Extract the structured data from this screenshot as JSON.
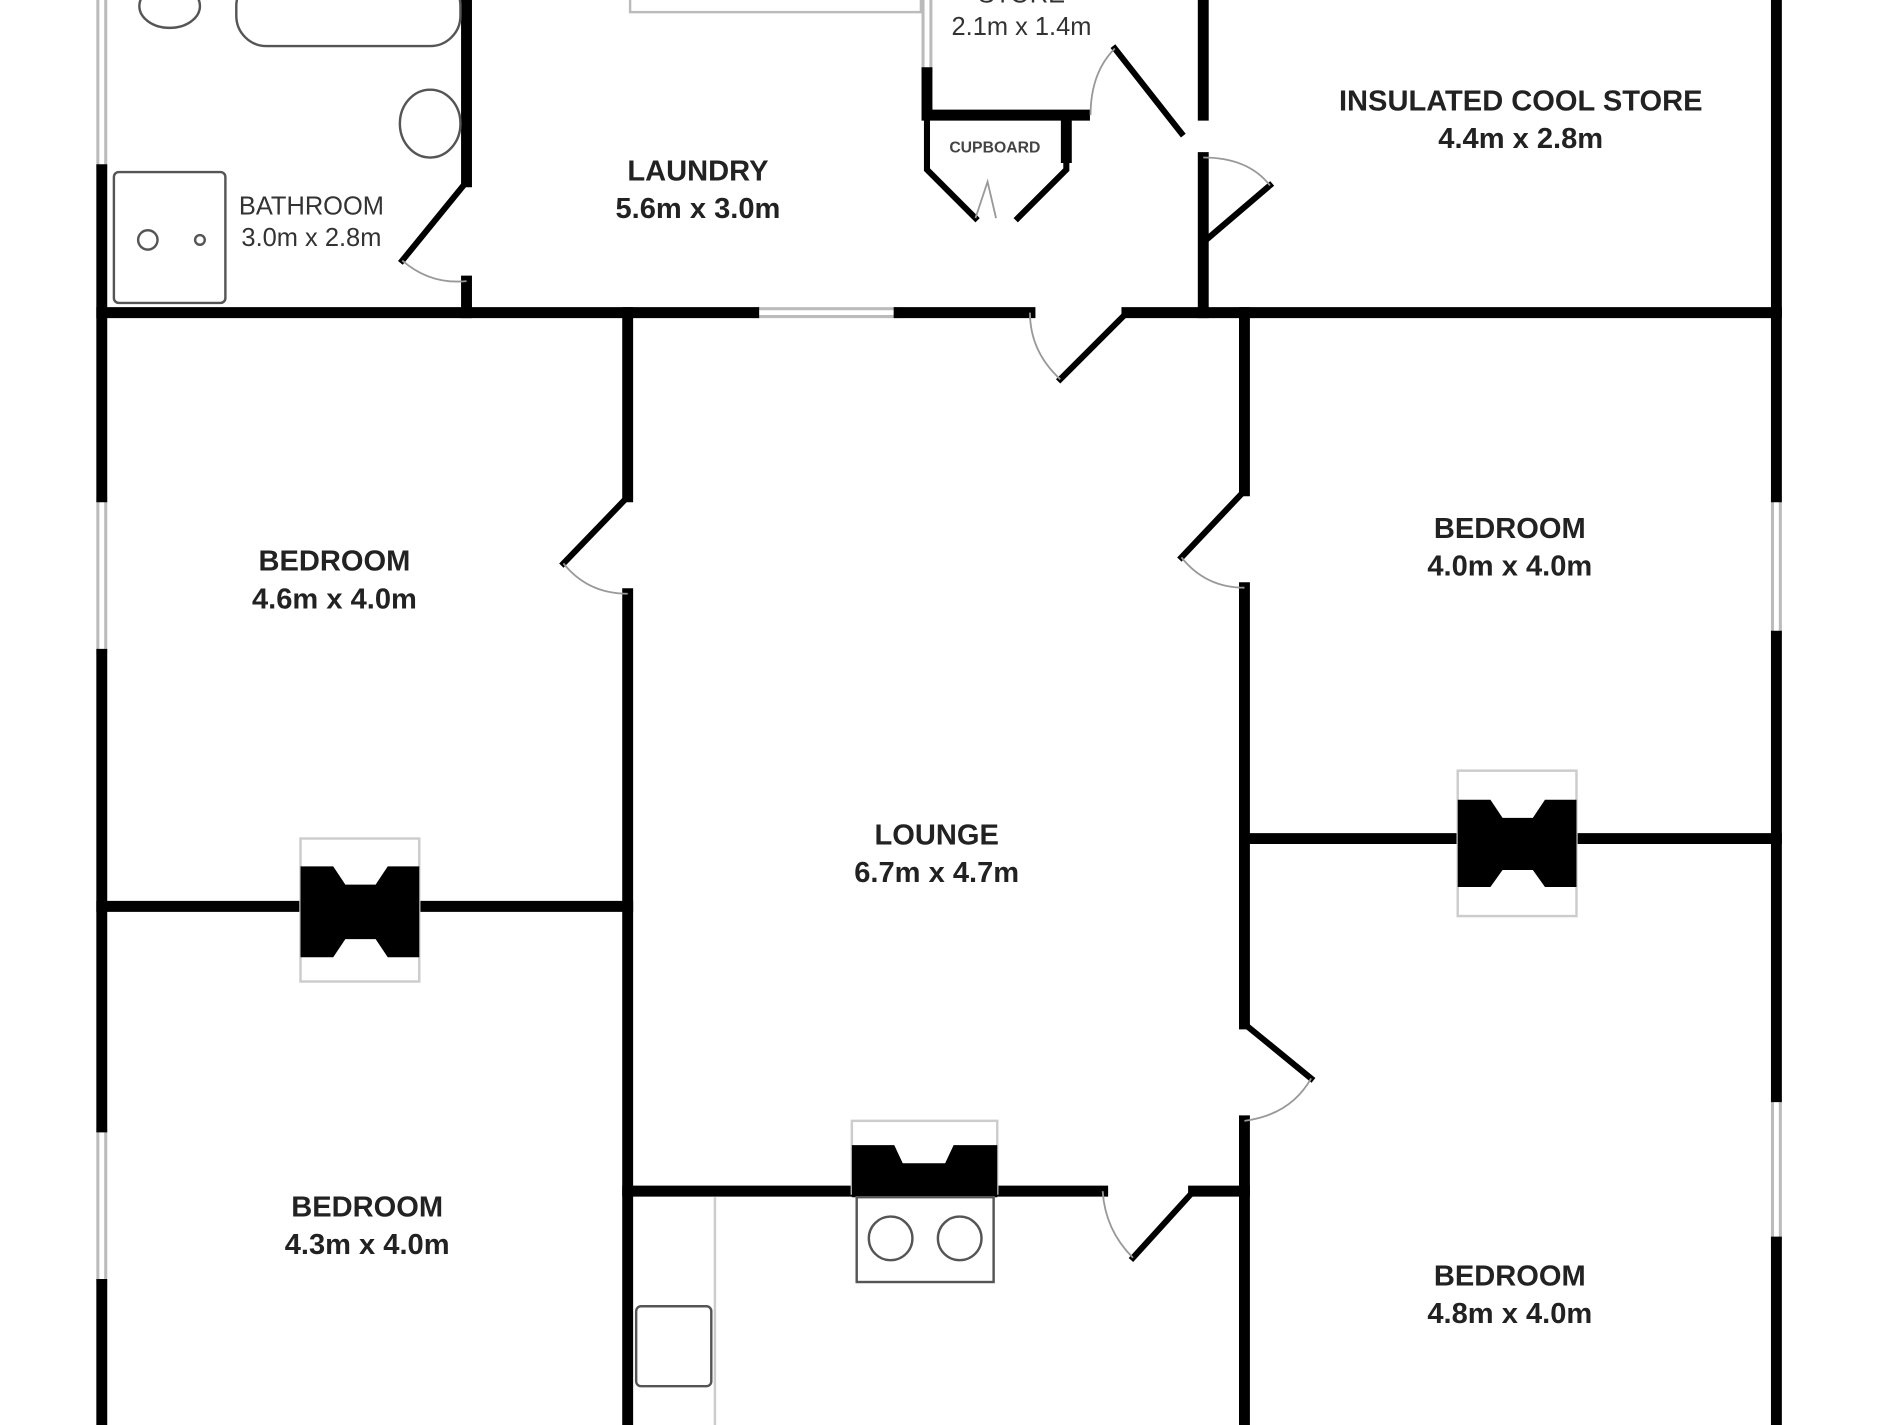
{
  "rooms": {
    "bathroom": {
      "name": "BATHROOM",
      "size": "3.0m x 2.8m"
    },
    "laundry": {
      "name": "LAUNDRY",
      "size": "5.6m x 3.0m"
    },
    "store": {
      "name": "STORE",
      "size": "2.1m x 1.4m"
    },
    "cupboard": {
      "name": "CUPBOARD"
    },
    "cool_store": {
      "name": "INSULATED COOL STORE",
      "size": "4.4m x 2.8m"
    },
    "bedroom_top_left": {
      "name": "BEDROOM",
      "size": "4.6m x 4.0m"
    },
    "bedroom_bottom_left": {
      "name": "BEDROOM",
      "size": "4.3m x 4.0m"
    },
    "lounge": {
      "name": "LOUNGE",
      "size": "6.7m x 4.7m"
    },
    "bedroom_top_right": {
      "name": "BEDROOM",
      "size": "4.0m x 4.0m"
    },
    "bedroom_bottom_right": {
      "name": "BEDROOM",
      "size": "4.8m x 4.0m"
    }
  }
}
